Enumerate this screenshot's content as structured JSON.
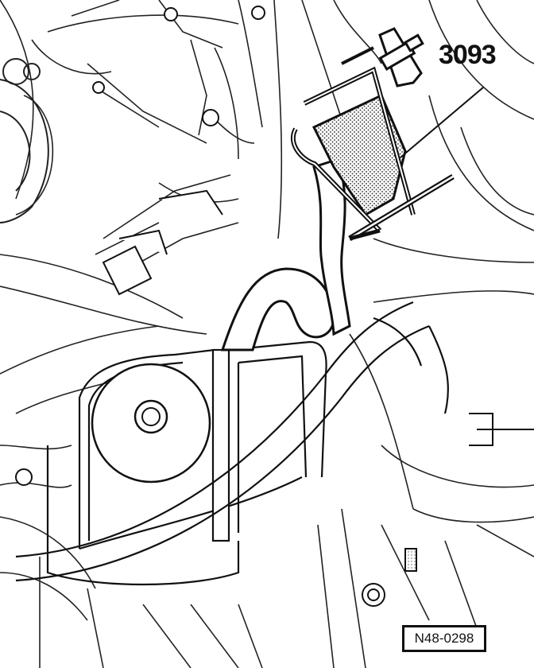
{
  "diagram": {
    "callouts": [
      {
        "id": "tool",
        "label": "3093"
      }
    ],
    "figure_code": "N48-0298"
  }
}
